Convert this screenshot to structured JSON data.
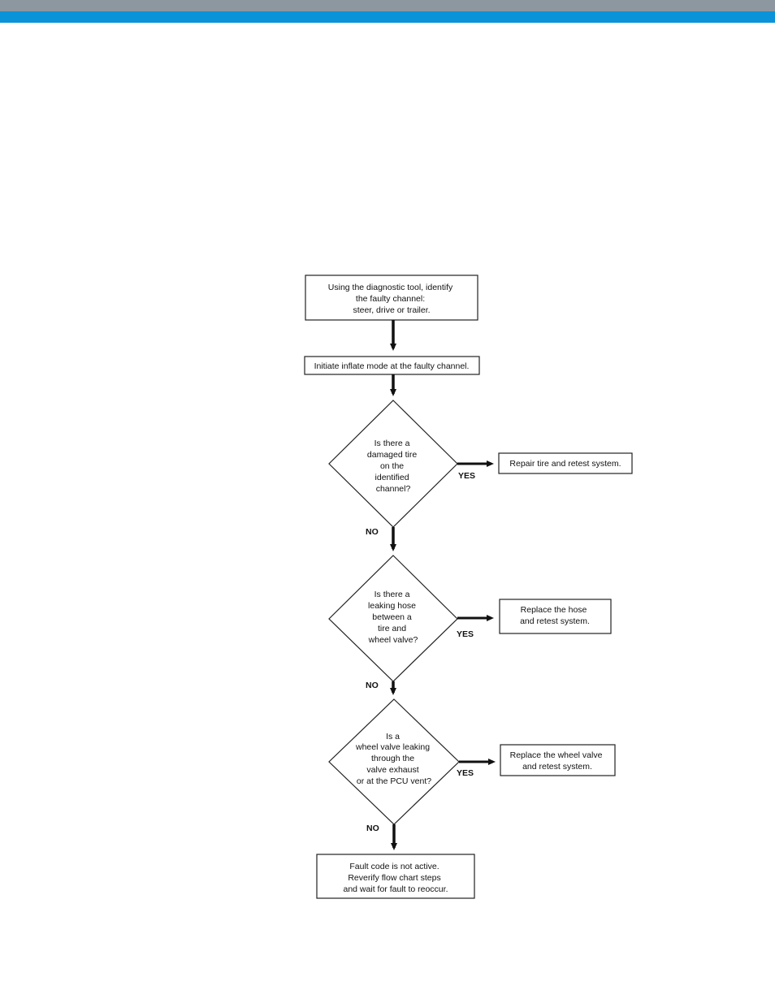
{
  "header": {
    "gray_color": "#8d979f",
    "blue_color": "#0a93d8"
  },
  "flow": {
    "start": [
      "Using the diagnostic tool, identify",
      "the faulty channel:",
      "steer, drive or trailer."
    ],
    "step2": [
      "Initiate inflate mode at the faulty channel."
    ],
    "d1": [
      "Is there a",
      "damaged tire",
      "on the",
      "identified",
      "channel?"
    ],
    "d1_yes": [
      "Repair tire and retest system."
    ],
    "d2": [
      "Is there a",
      "leaking hose",
      "between a",
      "tire and",
      "wheel valve?"
    ],
    "d2_yes": [
      "Replace the hose",
      "and retest system."
    ],
    "d3": [
      "Is a",
      "wheel valve leaking",
      "through the",
      "valve exhaust",
      "or at the PCU vent?"
    ],
    "d3_yes": [
      "Replace the wheel valve",
      "and retest system."
    ],
    "end": [
      "Fault code is not active.",
      "Reverify flow chart steps",
      "and wait for fault to reoccur."
    ],
    "yes_label": "YES",
    "no_label": "NO"
  }
}
